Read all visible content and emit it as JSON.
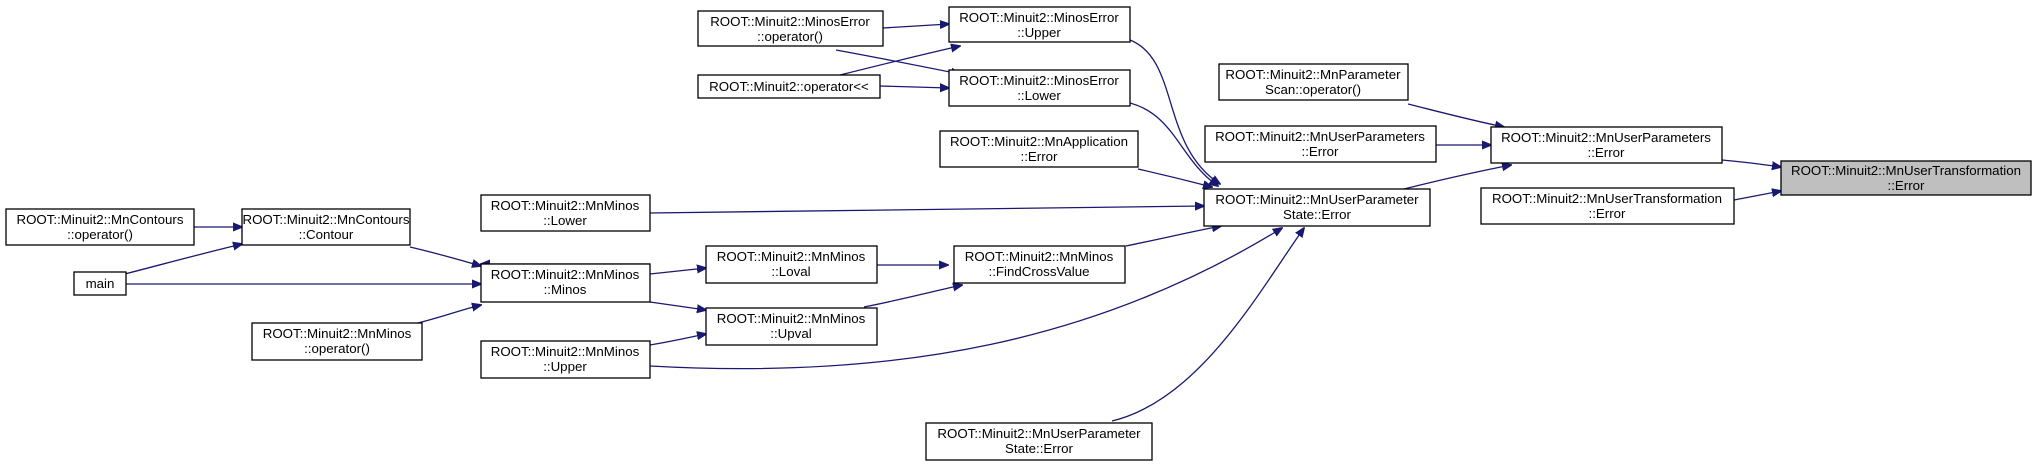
{
  "colors": {
    "edge": "#191970",
    "focus_fill": "#bfbfbf",
    "node_fill": "#ffffff",
    "border": "#000000"
  },
  "nodes": {
    "mnusertransformation_error_focus": [
      "ROOT::Minuit2::MnUserTransformation",
      "::Error"
    ],
    "mnuserparameters_error_a": [
      "ROOT::Minuit2::MnUserParameters",
      "::Error"
    ],
    "mnusertransformation_error_b": [
      "ROOT::Minuit2::MnUserTransformation",
      "::Error"
    ],
    "mnparameterscan_operator": [
      "ROOT::Minuit2::MnParameter",
      "Scan::operator()"
    ],
    "mnuserparameters_error_b": [
      "ROOT::Minuit2::MnUserParameters",
      "::Error"
    ],
    "mnuserparameterstate_error_a": [
      "ROOT::Minuit2::MnUserParameter",
      "State::Error"
    ],
    "minoserror_upper": [
      "ROOT::Minuit2::MinosError",
      "::Upper"
    ],
    "minoserror_lower": [
      "ROOT::Minuit2::MinosError",
      "::Lower"
    ],
    "mnapplication_error": [
      "ROOT::Minuit2::MnApplication",
      "::Error"
    ],
    "mnminos_lower": [
      "ROOT::Minuit2::MnMinos",
      "::Lower"
    ],
    "mnminos_findcrossvalue": [
      "ROOT::Minuit2::MnMinos",
      "::FindCrossValue"
    ],
    "mnminos_upper": [
      "ROOT::Minuit2::MnMinos",
      "::Upper"
    ],
    "mnuserparameterstate_error_b": [
      "ROOT::Minuit2::MnUserParameter",
      "State::Error"
    ],
    "minoserror_operator": [
      "ROOT::Minuit2::MinosError",
      "::operator()"
    ],
    "operator_stream": [
      "ROOT::Minuit2::operator<<"
    ],
    "mnminos_loval": [
      "ROOT::Minuit2::MnMinos",
      "::Loval"
    ],
    "mnminos_upval": [
      "ROOT::Minuit2::MnMinos",
      "::Upval"
    ],
    "mnminos_minos": [
      "ROOT::Minuit2::MnMinos",
      "::Minos"
    ],
    "mncontours_contour": [
      "ROOT::Minuit2::MnContours",
      "::Contour"
    ],
    "mnminos_operator": [
      "ROOT::Minuit2::MnMinos",
      "::operator()"
    ],
    "mncontours_operator": [
      "ROOT::Minuit2::MnContours",
      "::operator()"
    ],
    "main": [
      "main"
    ]
  }
}
